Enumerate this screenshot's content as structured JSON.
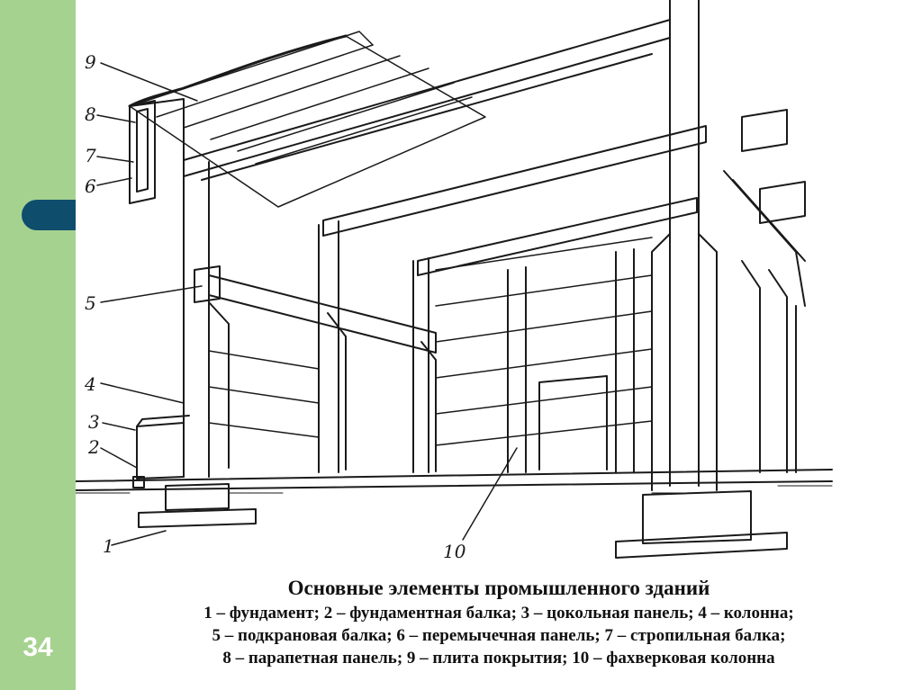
{
  "slide": {
    "page_number": "34",
    "accent_colors": {
      "strip": "#a6d290",
      "tab": "#0e4d6b"
    }
  },
  "figure": {
    "callouts": {
      "c1": "1",
      "c2": "2",
      "c3": "3",
      "c4": "4",
      "c5": "5",
      "c6": "6",
      "c7": "7",
      "c8": "8",
      "c9": "9",
      "c10": "10"
    }
  },
  "caption": {
    "title": "Основные элементы промышленного зданий",
    "lines": [
      "1 – фундамент; 2 – фундаментная балка; 3 – цокольная панель; 4 – колонна;",
      "5 – подкрановая балка; 6 – перемычечная панель; 7 – стропильная балка;",
      "8 – парапетная панель; 9 – плита покрытия; 10 – фахверковая колонна"
    ]
  }
}
